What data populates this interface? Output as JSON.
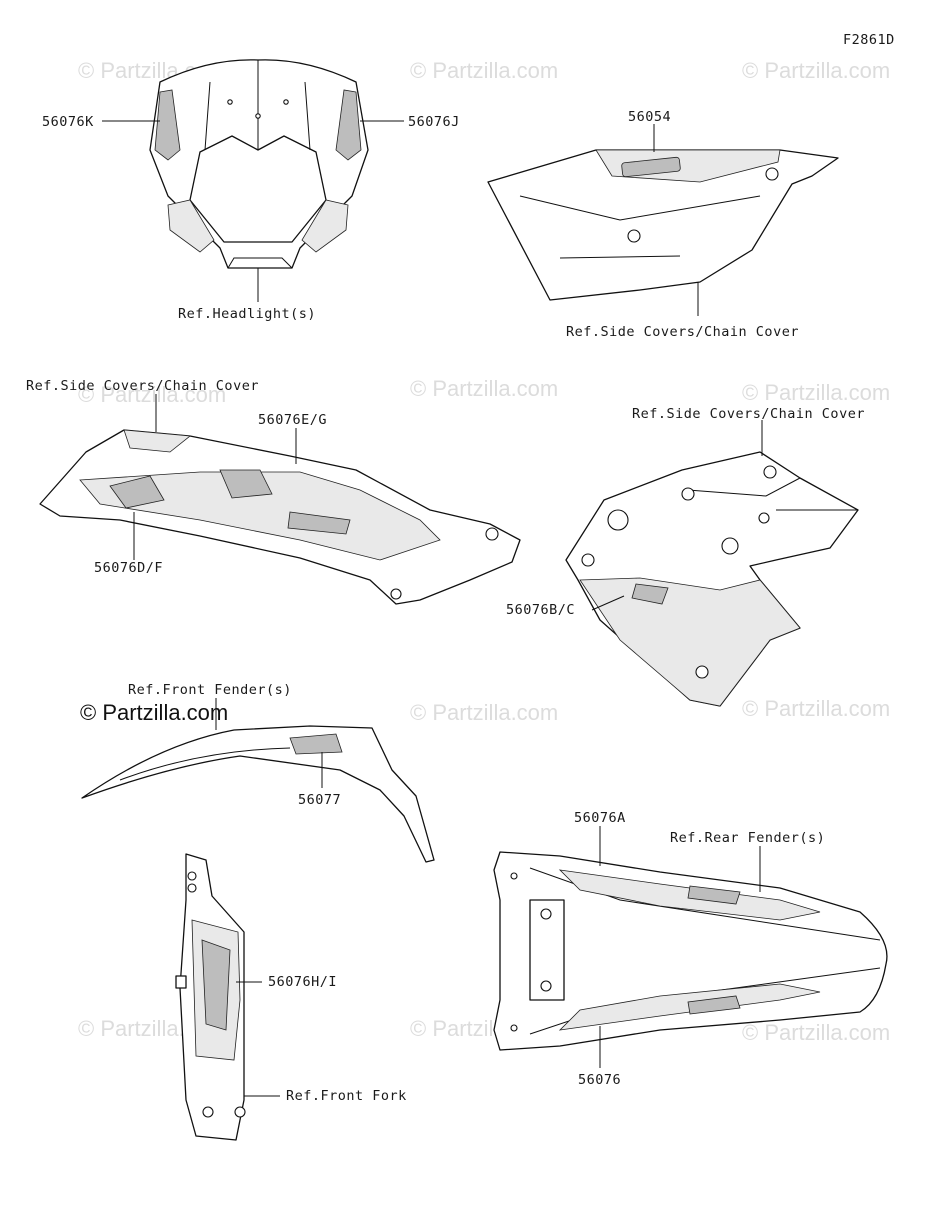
{
  "diagram": {
    "figure_code": "F2861D",
    "copyright_brand": "© Partzilla.com",
    "watermark": "© Partzilla.com",
    "labels": {
      "p56076K": "56076K",
      "p56076J": "56076J",
      "ref_headlight": "Ref.Headlight(s)",
      "p56054": "56054",
      "ref_side_covers_1": "Ref.Side Covers/Chain Cover",
      "ref_side_covers_2": "Ref.Side Covers/Chain Cover",
      "p56076EG": "56076E/G",
      "p56076DF": "56076D/F",
      "ref_side_covers_3": "Ref.Side Covers/Chain Cover",
      "p56076BC": "56076B/C",
      "ref_front_fender": "Ref.Front Fender(s)",
      "p56077": "56077",
      "p56076A": "56076A",
      "ref_rear_fender": "Ref.Rear Fender(s)",
      "p56076HI": "56076H/I",
      "ref_front_fork": "Ref.Front Fork",
      "p56076": "56076"
    }
  }
}
